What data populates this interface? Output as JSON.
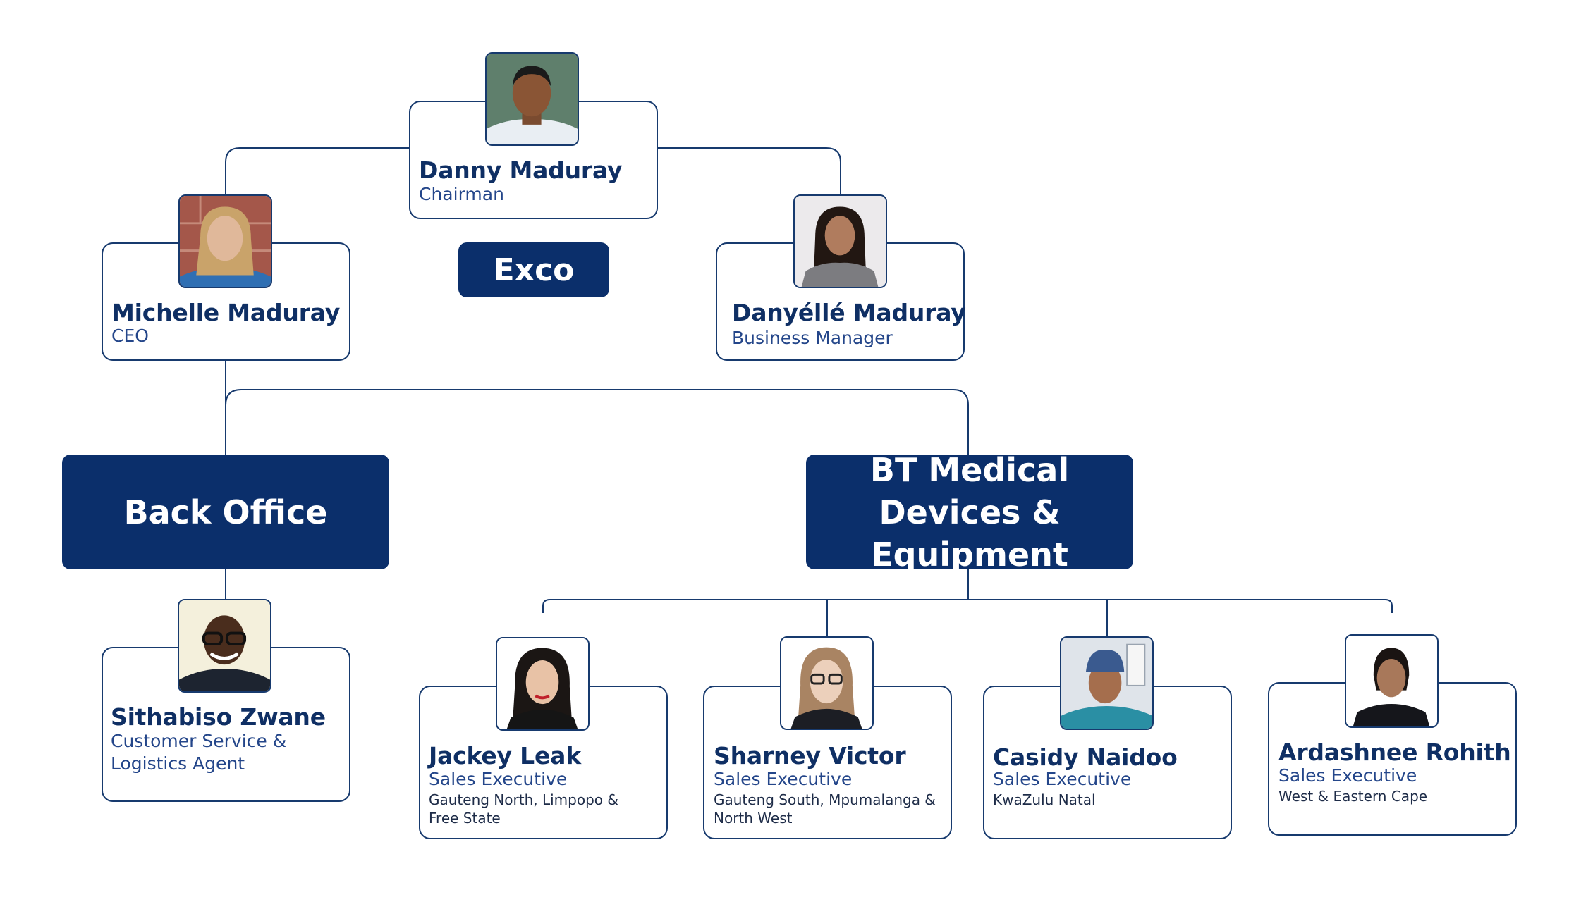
{
  "exco_label": "Exco",
  "departments": {
    "back_office": "Back Office",
    "medical": "BT Medical Devices & Equipment"
  },
  "people": {
    "danny": {
      "name": "Danny Maduray",
      "role": "Chairman"
    },
    "michelle": {
      "name": "Michelle Maduray",
      "role": "CEO"
    },
    "danyelle": {
      "name": "Danyéllé Maduray",
      "role": "Business Manager"
    },
    "sithabiso": {
      "name": "Sithabiso Zwane",
      "role": "Customer Service & Logistics Agent"
    },
    "jackey": {
      "name": "Jackey Leak",
      "role": "Sales Executive",
      "region": "Gauteng North, Limpopo & Free State"
    },
    "sharney": {
      "name": "Sharney Victor",
      "role": "Sales Executive",
      "region": "Gauteng South, Mpumalanga & North West"
    },
    "casidy": {
      "name": "Casidy Naidoo",
      "role": "Sales Executive",
      "region": "KwaZulu Natal"
    },
    "ardashnee": {
      "name": "Ardashnee Rohith",
      "role": "Sales Executive",
      "region": "West & Eastern Cape"
    }
  },
  "colors": {
    "navy": "#0b2f6b",
    "line": "#173a6e",
    "name_text": "#0f2f64",
    "role_text": "#24468a"
  }
}
